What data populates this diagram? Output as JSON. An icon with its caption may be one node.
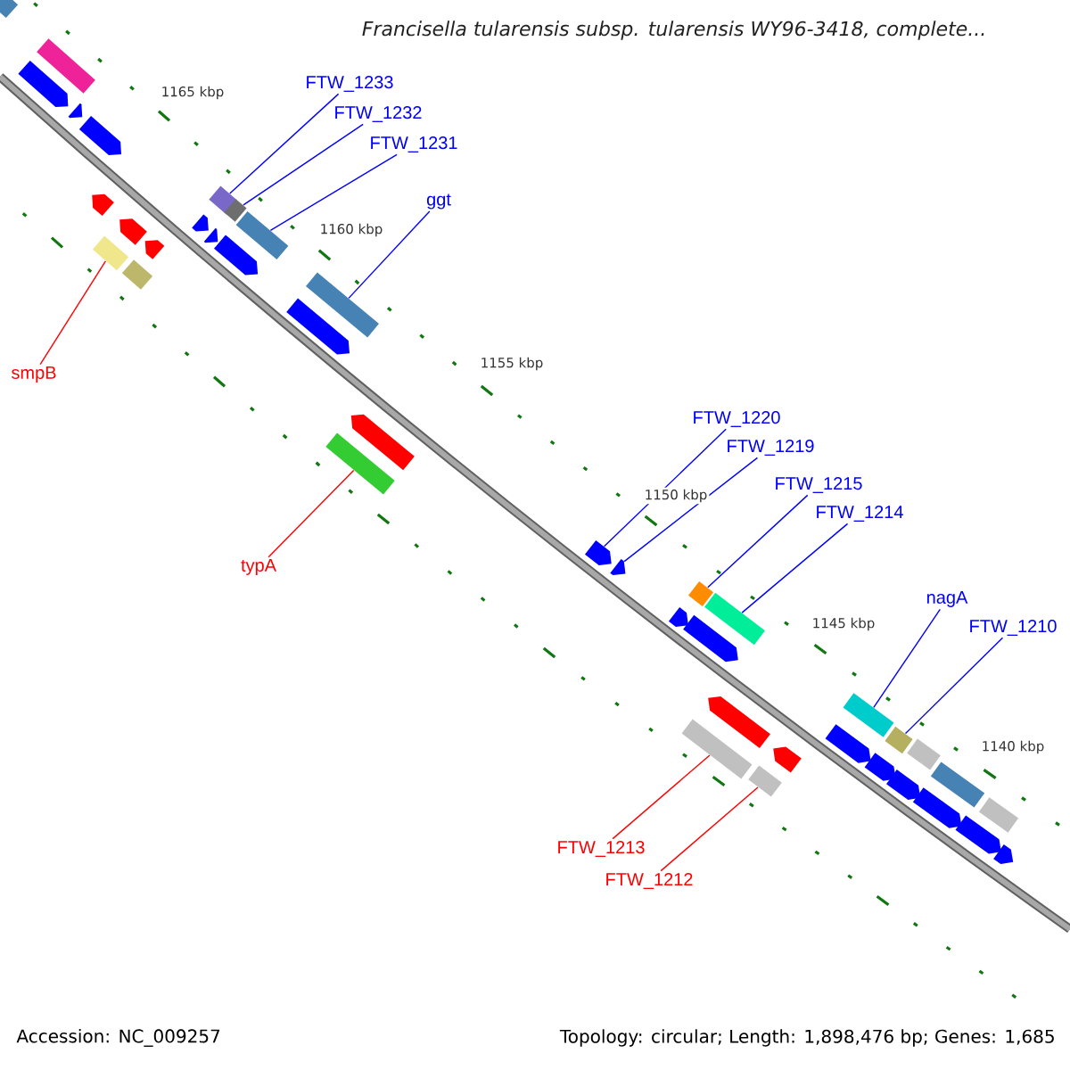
{
  "diagram": {
    "title": "Francisella tularensis subsp. tularensis WY96-3418, complete...",
    "nodes": [
      {
        "text": [
          "FTW_1233"
        ]
      },
      {
        "text": [
          "FTW_1232"
        ]
      },
      {
        "text": [
          "FTW_1231"
        ]
      },
      {
        "text": [
          "ggt"
        ]
      },
      {
        "text": [
          "smpB"
        ]
      },
      {
        "text": [
          "typA"
        ]
      },
      {
        "text": [
          "FTW_1220"
        ]
      },
      {
        "text": [
          "FTW_1219"
        ]
      },
      {
        "text": [
          "FTW_1215"
        ]
      },
      {
        "text": [
          "FTW_1214"
        ]
      },
      {
        "text": [
          "nagA"
        ]
      },
      {
        "text": [
          "FTW_1210"
        ]
      },
      {
        "text": [
          "FTW_1213"
        ]
      },
      {
        "text": [
          "FTW_1212"
        ]
      },
      {
        "text": [],
        "shape": "bar"
      },
      {
        "text": [],
        "shape": "bar"
      },
      {
        "text": [],
        "shape": "bar"
      },
      {
        "text": [],
        "shape": "bar"
      },
      {
        "text": [],
        "shape": "bar"
      },
      {
        "text": [],
        "shape": "bar"
      },
      {
        "text": [],
        "shape": "pentagon"
      },
      {
        "text": [],
        "shape": "pentagon"
      },
      {
        "text": [],
        "shape": "bar"
      },
      {
        "text": [],
        "shape": "bar"
      },
      {
        "text": [],
        "shape": "bar"
      },
      {
        "text": [],
        "shape": "bar"
      },
      {
        "text": [],
        "shape": "bar"
      },
      {
        "text": [],
        "shape": "bar"
      },
      {
        "text": [],
        "shape": "bar"
      },
      {
        "text": [],
        "shape": "pentagon"
      },
      {
        "text": [],
        "shape": "pentagon"
      },
      {
        "text": [],
        "shape": "pentagon"
      },
      {
        "text": [],
        "shape": "bar"
      },
      {
        "text": [],
        "shape": "pentagon"
      },
      {
        "text": [],
        "shape": "pentagon"
      },
      {
        "text": [],
        "shape": "pentagon"
      },
      {
        "text": [],
        "shape": "pentagon"
      },
      {
        "text": [],
        "shape": "pentagon"
      },
      {
        "text": [],
        "shape": "pentagon"
      },
      {
        "text": [],
        "shape": "pentagon"
      },
      {
        "text": [],
        "shape": "bar"
      },
      {
        "text": [],
        "shape": "pentagon"
      },
      {
        "text": [],
        "shape": "pentagon"
      },
      {
        "text": [],
        "shape": "pentagon"
      },
      {
        "text": [],
        "shape": "pentagon"
      },
      {
        "text": [],
        "shape": "pentagon"
      },
      {
        "text": [],
        "shape": "bar"
      },
      {
        "text": [],
        "shape": "bar"
      },
      {
        "text": [],
        "shape": "bar"
      },
      {
        "text": [],
        "shape": "pentagon"
      },
      {
        "text": [],
        "shape": "pentagon"
      },
      {
        "text": [],
        "shape": "pentagon"
      },
      {
        "text": [],
        "shape": "pentagon"
      },
      {
        "text": [],
        "shape": "pentagon"
      },
      {
        "text": [],
        "shape": "pentagon"
      }
    ],
    "edges": [
      {
        "from": 0,
        "to": 14,
        "arrow": "none"
      },
      {
        "from": 1,
        "to": 15,
        "arrow": "none"
      },
      {
        "from": 2,
        "to": 16,
        "arrow": "none"
      },
      {
        "from": 3,
        "to": 17,
        "arrow": "none"
      },
      {
        "from": 4,
        "to": 18,
        "arrow": "none",
        "color": "#ff0000"
      },
      {
        "from": 5,
        "to": 19,
        "arrow": "none",
        "color": "#ff0000"
      },
      {
        "from": 6,
        "to": 20,
        "arrow": "none"
      },
      {
        "from": 7,
        "to": 21,
        "arrow": "none"
      },
      {
        "from": 8,
        "to": 22,
        "arrow": "none"
      },
      {
        "from": 9,
        "to": 23,
        "arrow": "none"
      },
      {
        "from": 10,
        "to": 24,
        "arrow": "none"
      },
      {
        "from": 11,
        "to": 25,
        "arrow": "none"
      },
      {
        "from": 12,
        "to": 26,
        "arrow": "none",
        "color": "#ff0000"
      },
      {
        "from": 13,
        "to": 27,
        "arrow": "none",
        "color": "#ff0000"
      }
    ],
    "labels": [
      "1165 kbp",
      "1160 kbp",
      "1155 kbp",
      "1150 kbp",
      "1145 kbp",
      "1140 kbp",
      "Accession: NC_009257",
      "Topology: circular; Length: 1,898,476 bp; Genes: 1,685"
    ]
  }
}
